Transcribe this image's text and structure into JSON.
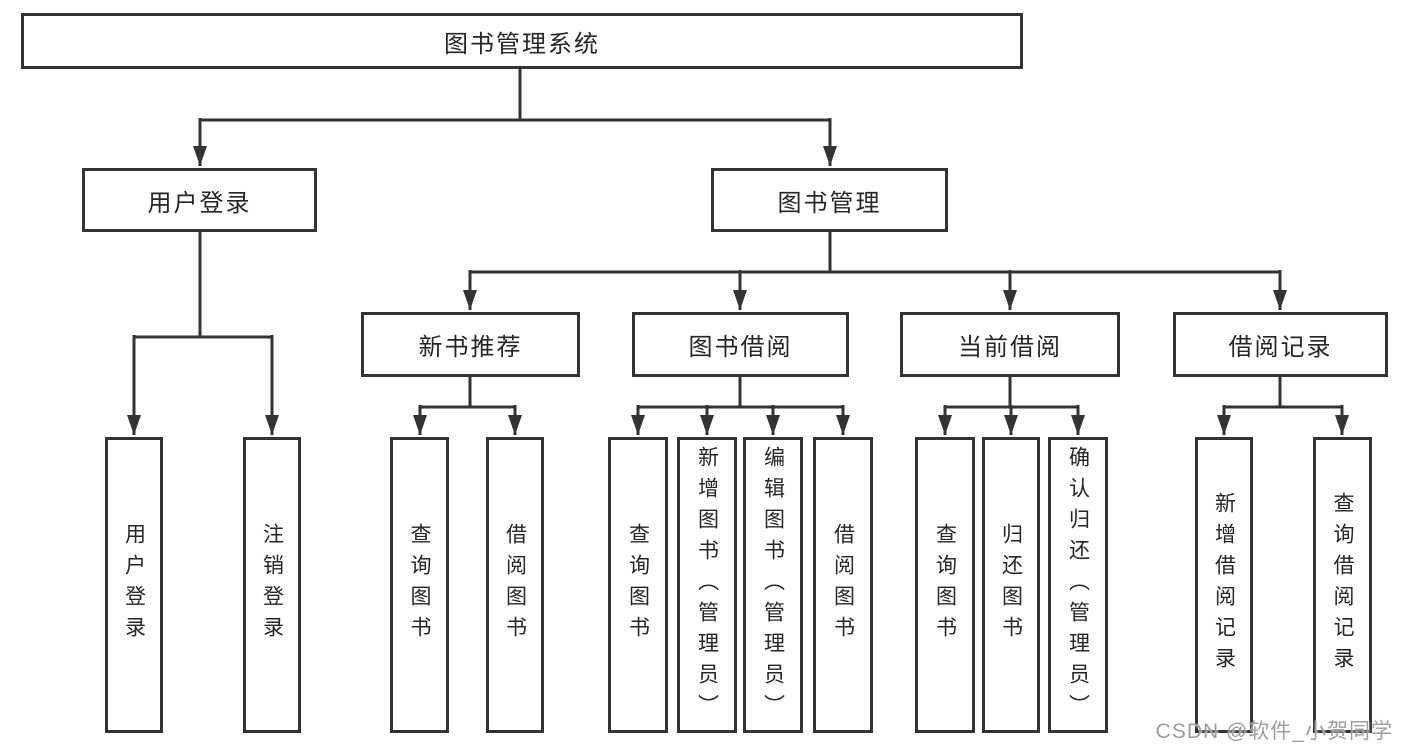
{
  "watermark": {
    "text": "CSDN @软件_小贺同学"
  },
  "colors": {
    "line": "#333333",
    "box_border": "#333333",
    "text": "#262626",
    "background": "#ffffff",
    "watermark": "#9e9e9e"
  },
  "tree": {
    "root": {
      "label": "图书管理系统"
    },
    "branches": [
      {
        "label": "用户登录",
        "children": [
          {
            "label": "用户登录"
          },
          {
            "label": "注销登录"
          }
        ]
      },
      {
        "label": "图书管理",
        "sections": [
          {
            "label": "新书推荐",
            "children": [
              {
                "label": "查询图书"
              },
              {
                "label": "借阅图书"
              }
            ]
          },
          {
            "label": "图书借阅",
            "children": [
              {
                "label": "查询图书"
              },
              {
                "label": "新增图书（管理员）"
              },
              {
                "label": "编辑图书（管理员）"
              },
              {
                "label": "借阅图书"
              }
            ]
          },
          {
            "label": "当前借阅",
            "children": [
              {
                "label": "查询图书"
              },
              {
                "label": "归还图书"
              },
              {
                "label": "确认归还（管理员）"
              }
            ]
          },
          {
            "label": "借阅记录",
            "children": [
              {
                "label": "新增借阅记录"
              },
              {
                "label": "查询借阅记录"
              }
            ]
          }
        ]
      }
    ]
  }
}
